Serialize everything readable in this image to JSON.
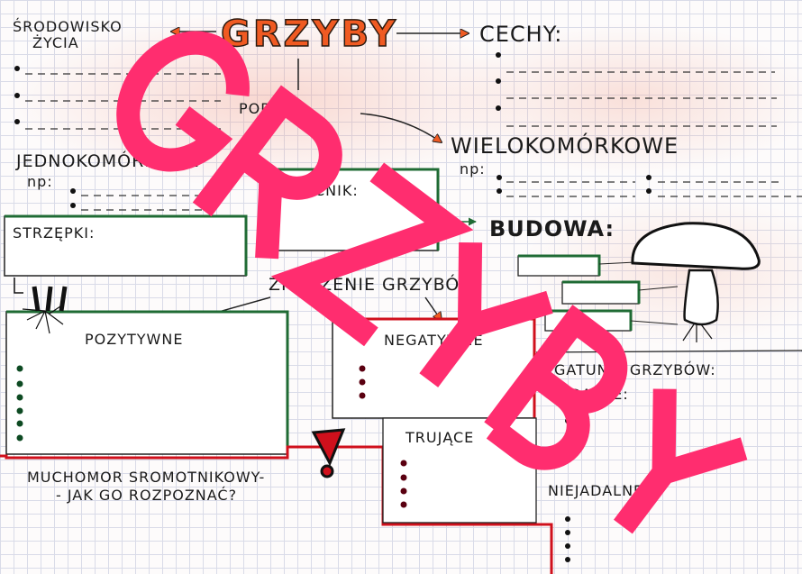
{
  "title": "GRZYBY",
  "watermark": "GRZYBY",
  "colors": {
    "watermark": "#ff2d6f",
    "title": "#f05a22",
    "green": "#1f6b34",
    "red": "#d0101c",
    "arrow": "#f05a22"
  },
  "labels": {
    "srodowisko_line1": "Środowisko",
    "srodowisko_line2": "życia",
    "cechy": "Cechy:",
    "podzial": "Podział",
    "jednokomorkowe": "Jednokomórkowe",
    "np1": "np:",
    "wielokomorkowe": "Wielokomórkowe",
    "np2": "np:",
    "owocnik": "Owocnik:",
    "strzepki": "Strzępki:",
    "budowa": "Budowa:",
    "znaczenie": "Znaczenie grzybów",
    "pozytywne": "Pozytywne",
    "negatywne": "Negatywne",
    "gatunki": "Gatunki grzybów:",
    "jadalne": "Jadalne:",
    "trujace": "Trujące",
    "niejadalne": "Niejadalne",
    "muchomor_line1": "Muchomor sromotnikowy-",
    "muchomor_line2": "- jak go rozpoznać?"
  },
  "icons": [
    "mushroom-icon",
    "exclamation-icon",
    "hyphae-roots-icon"
  ]
}
